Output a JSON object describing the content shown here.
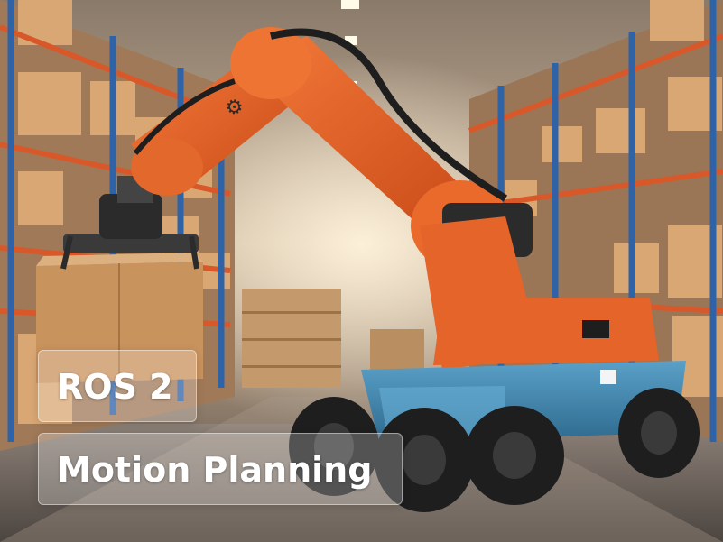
{
  "overlay": {
    "line1": "ROS 2",
    "line2": "Motion Planning"
  },
  "colors": {
    "robot_orange": "#e8622a",
    "robot_base_blue": "#3f86b0",
    "rack_blue": "#2e63a8",
    "rack_orange": "#d9582a",
    "cardboard": "#c9935e",
    "tire": "#1e1e1e"
  },
  "scene": {
    "icons": [
      "warehouse-scene",
      "robot-arm",
      "mobile-robot-base",
      "cardboard-box",
      "storage-racks"
    ]
  }
}
